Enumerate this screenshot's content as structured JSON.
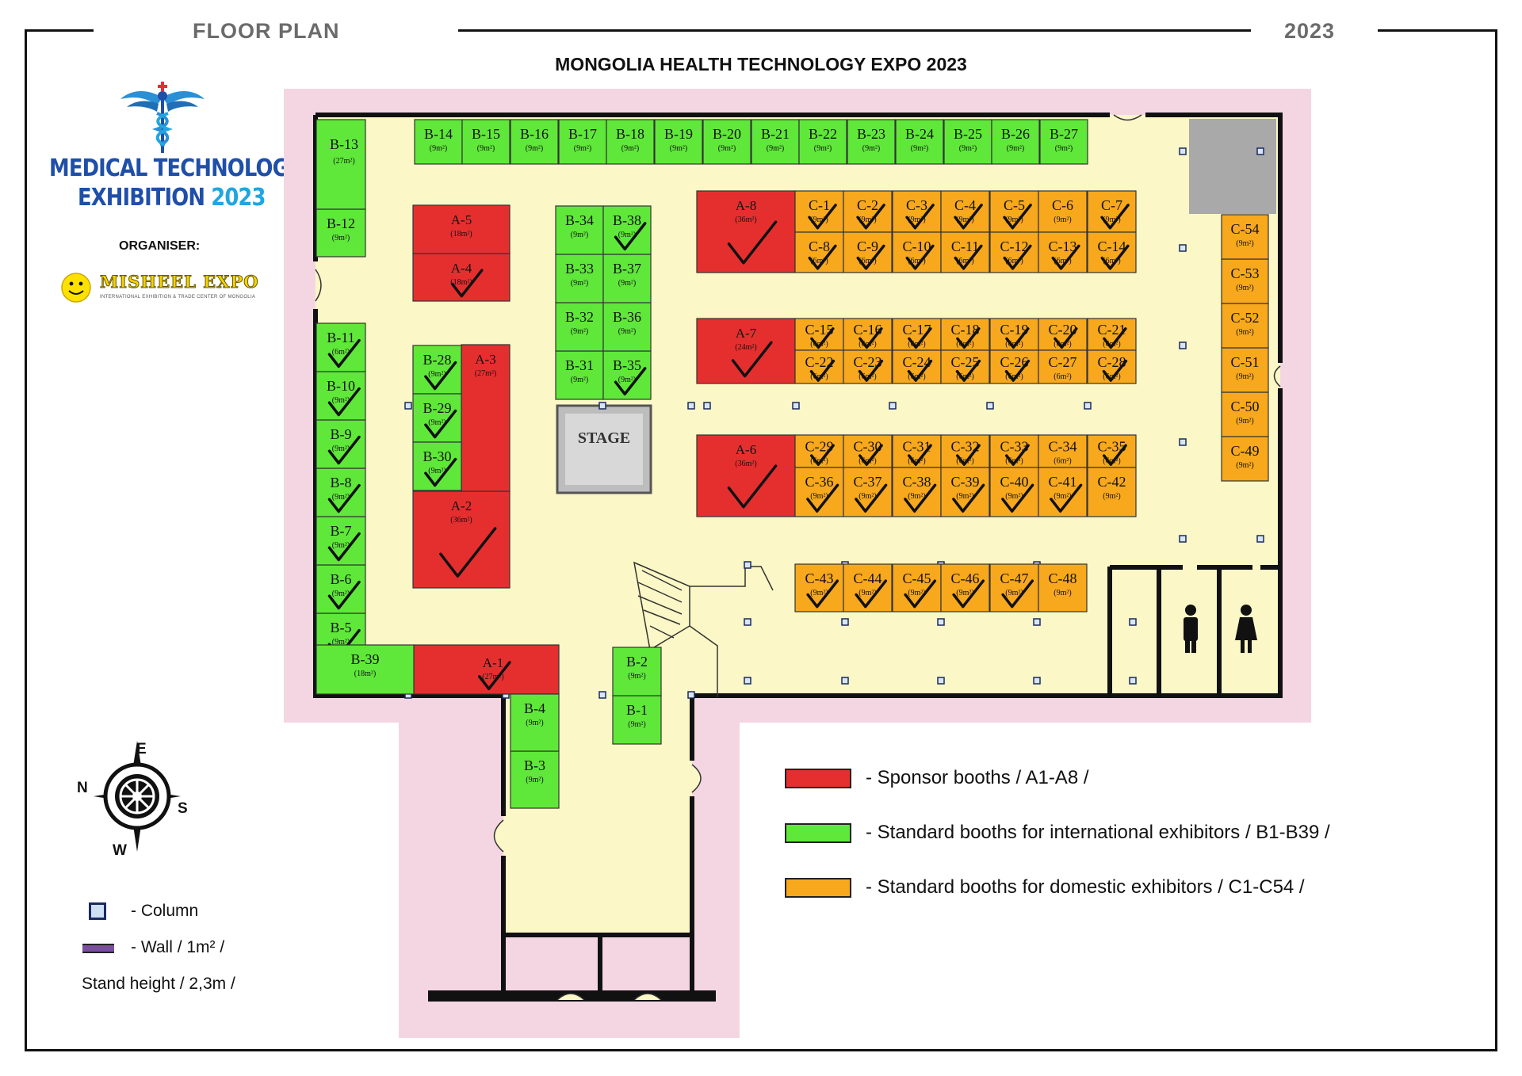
{
  "header": {
    "left": "FLOOR PLAN",
    "right": "2023"
  },
  "title": "MONGOLIA HEALTH TECHNOLOGY EXPO 2023",
  "brand": {
    "line1": "MEDICAL TECHNOLOGY",
    "line2": "EXHIBITION",
    "year": "2023",
    "organiser_label": "ORGANISER:",
    "organiser_name": "MISHEEL EXPO",
    "organiser_sub": "INTERNATIONAL EXHIBITION & TRADE CENTER OF MONGOLIA"
  },
  "colors": {
    "sponsor": "#e52f2f",
    "international": "#5fe83a",
    "domestic": "#f7a81d",
    "floor": "#fbf7c6",
    "surround": "#f4d6e3",
    "stage": "#c8c8c8"
  },
  "stage_label": "STAGE",
  "compass": {
    "e": "E",
    "s": "S",
    "w": "W",
    "n": "N"
  },
  "legend": [
    {
      "key": "sponsor",
      "text": "- Sponsor booths  / A1-A8 /"
    },
    {
      "key": "international",
      "text": "- Standard booths for international exhibitors / B1-B39 /"
    },
    {
      "key": "domestic",
      "text": "- Standard booths for domestic exhibitors / C1-C54 /"
    }
  ],
  "symbols": {
    "column": "- Column",
    "wall": "- Wall / 1m² /",
    "stand": "Stand height / 2,3m /"
  },
  "booths": {
    "A": [
      {
        "id": "A-1",
        "size": "(27m²)",
        "sold": true
      },
      {
        "id": "A-2",
        "size": "(36m²)",
        "sold": true
      },
      {
        "id": "A-3",
        "size": "(27m²)",
        "sold": false
      },
      {
        "id": "A-4",
        "size": "(18m²)",
        "sold": true
      },
      {
        "id": "A-5",
        "size": "(18m²)",
        "sold": false
      },
      {
        "id": "A-6",
        "size": "(36m²)",
        "sold": true
      },
      {
        "id": "A-7",
        "size": "(24m²)",
        "sold": true
      },
      {
        "id": "A-8",
        "size": "(36m²)",
        "sold": true
      }
    ],
    "B": [
      {
        "id": "B-1",
        "size": "(9m²)",
        "sold": false
      },
      {
        "id": "B-2",
        "size": "(9m²)",
        "sold": false
      },
      {
        "id": "B-3",
        "size": "(9m²)",
        "sold": false
      },
      {
        "id": "B-4",
        "size": "(9m²)",
        "sold": false
      },
      {
        "id": "B-5",
        "size": "(9m²)",
        "sold": true
      },
      {
        "id": "B-6",
        "size": "(9m²)",
        "sold": true
      },
      {
        "id": "B-7",
        "size": "(9m²)",
        "sold": true
      },
      {
        "id": "B-8",
        "size": "(9m²)",
        "sold": true
      },
      {
        "id": "B-9",
        "size": "(9m²)",
        "sold": true
      },
      {
        "id": "B-10",
        "size": "(9m²)",
        "sold": true
      },
      {
        "id": "B-11",
        "size": "(6m²)",
        "sold": true
      },
      {
        "id": "B-12",
        "size": "(9m²)",
        "sold": false
      },
      {
        "id": "B-13",
        "size": "(27m²)",
        "sold": false
      },
      {
        "id": "B-14",
        "size": "(9m²)",
        "sold": false
      },
      {
        "id": "B-15",
        "size": "(9m²)",
        "sold": false
      },
      {
        "id": "B-16",
        "size": "(9m²)",
        "sold": false
      },
      {
        "id": "B-17",
        "size": "(9m²)",
        "sold": false
      },
      {
        "id": "B-18",
        "size": "(9m²)",
        "sold": false
      },
      {
        "id": "B-19",
        "size": "(9m²)",
        "sold": false
      },
      {
        "id": "B-20",
        "size": "(9m²)",
        "sold": false
      },
      {
        "id": "B-21",
        "size": "(9m²)",
        "sold": false
      },
      {
        "id": "B-22",
        "size": "(9m²)",
        "sold": false
      },
      {
        "id": "B-23",
        "size": "(9m²)",
        "sold": false
      },
      {
        "id": "B-24",
        "size": "(9m²)",
        "sold": false
      },
      {
        "id": "B-25",
        "size": "(9m²)",
        "sold": false
      },
      {
        "id": "B-26",
        "size": "(9m²)",
        "sold": false
      },
      {
        "id": "B-27",
        "size": "(9m²)",
        "sold": false
      },
      {
        "id": "B-28",
        "size": "(9m²)",
        "sold": true
      },
      {
        "id": "B-29",
        "size": "(9m²)",
        "sold": true
      },
      {
        "id": "B-30",
        "size": "(9m²)",
        "sold": true
      },
      {
        "id": "B-31",
        "size": "(9m²)",
        "sold": false
      },
      {
        "id": "B-32",
        "size": "(9m²)",
        "sold": false
      },
      {
        "id": "B-33",
        "size": "(9m²)",
        "sold": false
      },
      {
        "id": "B-34",
        "size": "(9m²)",
        "sold": false
      },
      {
        "id": "B-35",
        "size": "(9m²)",
        "sold": true
      },
      {
        "id": "B-36",
        "size": "(9m²)",
        "sold": false
      },
      {
        "id": "B-37",
        "size": "(9m²)",
        "sold": false
      },
      {
        "id": "B-38",
        "size": "(9m²)",
        "sold": true
      },
      {
        "id": "B-39",
        "size": "(18m²)",
        "sold": false
      }
    ],
    "C": [
      {
        "id": "C-1",
        "size": "(9m²)",
        "sold": true
      },
      {
        "id": "C-2",
        "size": "(9m²)",
        "sold": true
      },
      {
        "id": "C-3",
        "size": "(9m²)",
        "sold": true
      },
      {
        "id": "C-4",
        "size": "(9m²)",
        "sold": true
      },
      {
        "id": "C-5",
        "size": "(9m²)",
        "sold": true
      },
      {
        "id": "C-6",
        "size": "(9m²)",
        "sold": false
      },
      {
        "id": "C-7",
        "size": "(9m²)",
        "sold": true
      },
      {
        "id": "C-8",
        "size": "(6m²)",
        "sold": true
      },
      {
        "id": "C-9",
        "size": "(6m²)",
        "sold": true
      },
      {
        "id": "C-10",
        "size": "(6m²)",
        "sold": true
      },
      {
        "id": "C-11",
        "size": "(6m²)",
        "sold": true
      },
      {
        "id": "C-12",
        "size": "(6m²)",
        "sold": true
      },
      {
        "id": "C-13",
        "size": "(6m²)",
        "sold": true
      },
      {
        "id": "C-14",
        "size": "(6m²)",
        "sold": true
      },
      {
        "id": "C-15",
        "size": "(6m²)",
        "sold": true
      },
      {
        "id": "C-16",
        "size": "(6m²)",
        "sold": true
      },
      {
        "id": "C-17",
        "size": "(6m²)",
        "sold": true
      },
      {
        "id": "C-18",
        "size": "(6m²)",
        "sold": true
      },
      {
        "id": "C-19",
        "size": "(6m²)",
        "sold": true
      },
      {
        "id": "C-20",
        "size": "(6m²)",
        "sold": true
      },
      {
        "id": "C-21",
        "size": "(6m²)",
        "sold": true
      },
      {
        "id": "C-22",
        "size": "(6m²)",
        "sold": true
      },
      {
        "id": "C-23",
        "size": "(6m²)",
        "sold": true
      },
      {
        "id": "C-24",
        "size": "(6m²)",
        "sold": true
      },
      {
        "id": "C-25",
        "size": "(6m²)",
        "sold": true
      },
      {
        "id": "C-26",
        "size": "(6m²)",
        "sold": true
      },
      {
        "id": "C-27",
        "size": "(6m²)",
        "sold": false
      },
      {
        "id": "C-28",
        "size": "(6m²)",
        "sold": true
      },
      {
        "id": "C-29",
        "size": "(6m²)",
        "sold": true
      },
      {
        "id": "C-30",
        "size": "(6m²)",
        "sold": true
      },
      {
        "id": "C-31",
        "size": "(6m²)",
        "sold": true
      },
      {
        "id": "C-32",
        "size": "(6m²)",
        "sold": true
      },
      {
        "id": "C-33",
        "size": "(6m²)",
        "sold": true
      },
      {
        "id": "C-34",
        "size": "(6m²)",
        "sold": false
      },
      {
        "id": "C-35",
        "size": "(6m²)",
        "sold": true
      },
      {
        "id": "C-36",
        "size": "(9m²)",
        "sold": true
      },
      {
        "id": "C-37",
        "size": "(9m²)",
        "sold": true
      },
      {
        "id": "C-38",
        "size": "(9m²)",
        "sold": true
      },
      {
        "id": "C-39",
        "size": "(9m²)",
        "sold": true
      },
      {
        "id": "C-40",
        "size": "(9m²)",
        "sold": true
      },
      {
        "id": "C-41",
        "size": "(9m²)",
        "sold": true
      },
      {
        "id": "C-42",
        "size": "(9m²)",
        "sold": false
      },
      {
        "id": "C-43",
        "size": "(9m²)",
        "sold": true
      },
      {
        "id": "C-44",
        "size": "(9m²)",
        "sold": true
      },
      {
        "id": "C-45",
        "size": "(9m²)",
        "sold": true
      },
      {
        "id": "C-46",
        "size": "(9m²)",
        "sold": true
      },
      {
        "id": "C-47",
        "size": "(9m²)",
        "sold": true
      },
      {
        "id": "C-48",
        "size": "(9m²)",
        "sold": false
      },
      {
        "id": "C-49",
        "size": "(9m²)",
        "sold": false
      },
      {
        "id": "C-50",
        "size": "(9m²)",
        "sold": false
      },
      {
        "id": "C-51",
        "size": "(9m²)",
        "sold": false
      },
      {
        "id": "C-52",
        "size": "(9m²)",
        "sold": false
      },
      {
        "id": "C-53",
        "size": "(9m²)",
        "sold": false
      },
      {
        "id": "C-54",
        "size": "(9m²)",
        "sold": false
      }
    ]
  }
}
